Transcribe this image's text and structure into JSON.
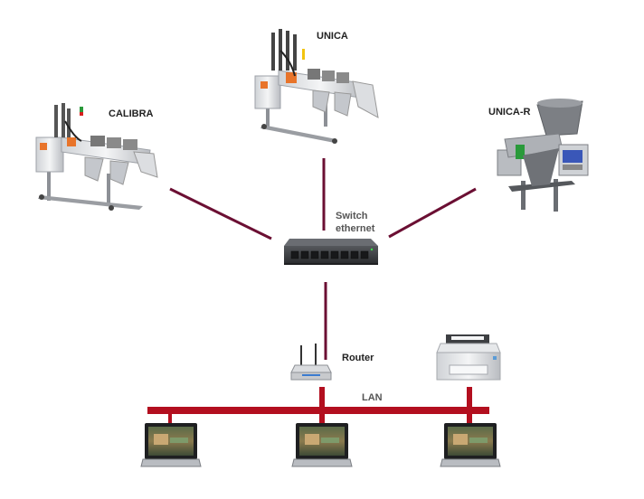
{
  "labels": {
    "calibra": "CALIBRA",
    "unica": "UNICA",
    "unica_r": "UNICA-R",
    "switch_line1": "Switch",
    "switch_line2": "ethernet",
    "router": "Router",
    "lan": "LAN"
  },
  "colors": {
    "link_line": "#6b0f33",
    "lan_bus": "#b30f1f",
    "machine_orange": "#e8742a",
    "machine_blue": "#3a57b8",
    "switch_body": "#3b3d40",
    "machine_body": "#e9eaed"
  },
  "icons": [
    "calibra-machine-icon",
    "unica-machine-icon",
    "unica-r-machine-icon",
    "ethernet-switch-icon",
    "router-icon",
    "printer-icon",
    "laptop-icon"
  ]
}
